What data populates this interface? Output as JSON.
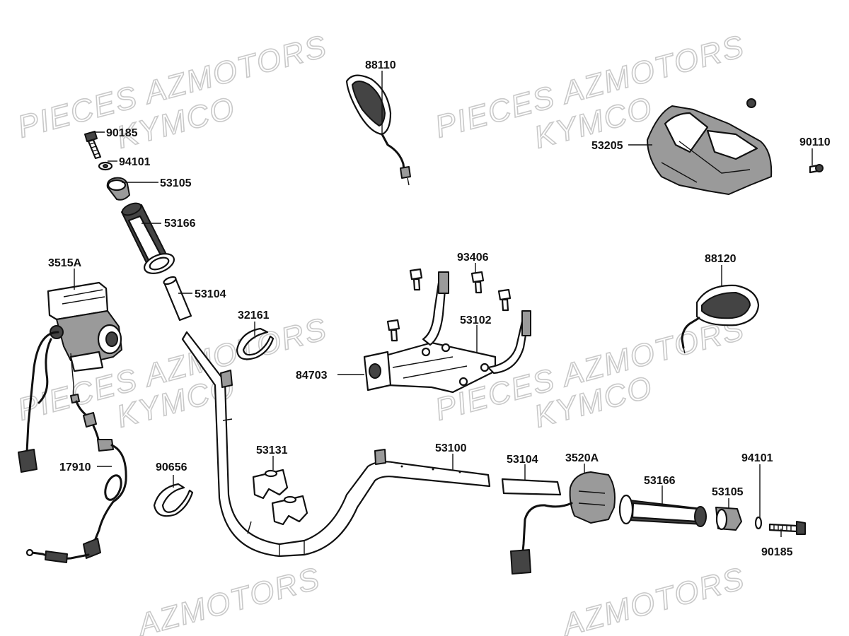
{
  "watermarks": [
    {
      "text": "PIECES AZMOTORS"
    },
    {
      "text": "KYMCO"
    },
    {
      "text": "PIECES AZMOTORS"
    },
    {
      "text": "KYMCO"
    },
    {
      "text": "PIECES AZMOTORS"
    },
    {
      "text": "KYMCO"
    },
    {
      "text": "PIECES AZMOTORS"
    },
    {
      "text": "KYMCO"
    },
    {
      "text": "AZMOTORS"
    },
    {
      "text": "AZMOTORS"
    }
  ],
  "labels": {
    "l_88110": "88110",
    "l_90185_top": "90185",
    "l_94101_top": "94101",
    "l_53105_top": "53105",
    "l_53166_top": "53166",
    "l_53205": "53205",
    "l_90110": "90110",
    "l_3515A": "3515A",
    "l_93406": "93406",
    "l_88120": "88120",
    "l_53104_top": "53104",
    "l_32161": "32161",
    "l_53102": "53102",
    "l_84703": "84703",
    "l_53131": "53131",
    "l_53100": "53100",
    "l_53104_right": "53104",
    "l_3520A": "3520A",
    "l_94101_right": "94101",
    "l_53166_right": "53166",
    "l_53105_right": "53105",
    "l_17910": "17910",
    "l_90656": "90656",
    "l_90185_right": "90185"
  }
}
